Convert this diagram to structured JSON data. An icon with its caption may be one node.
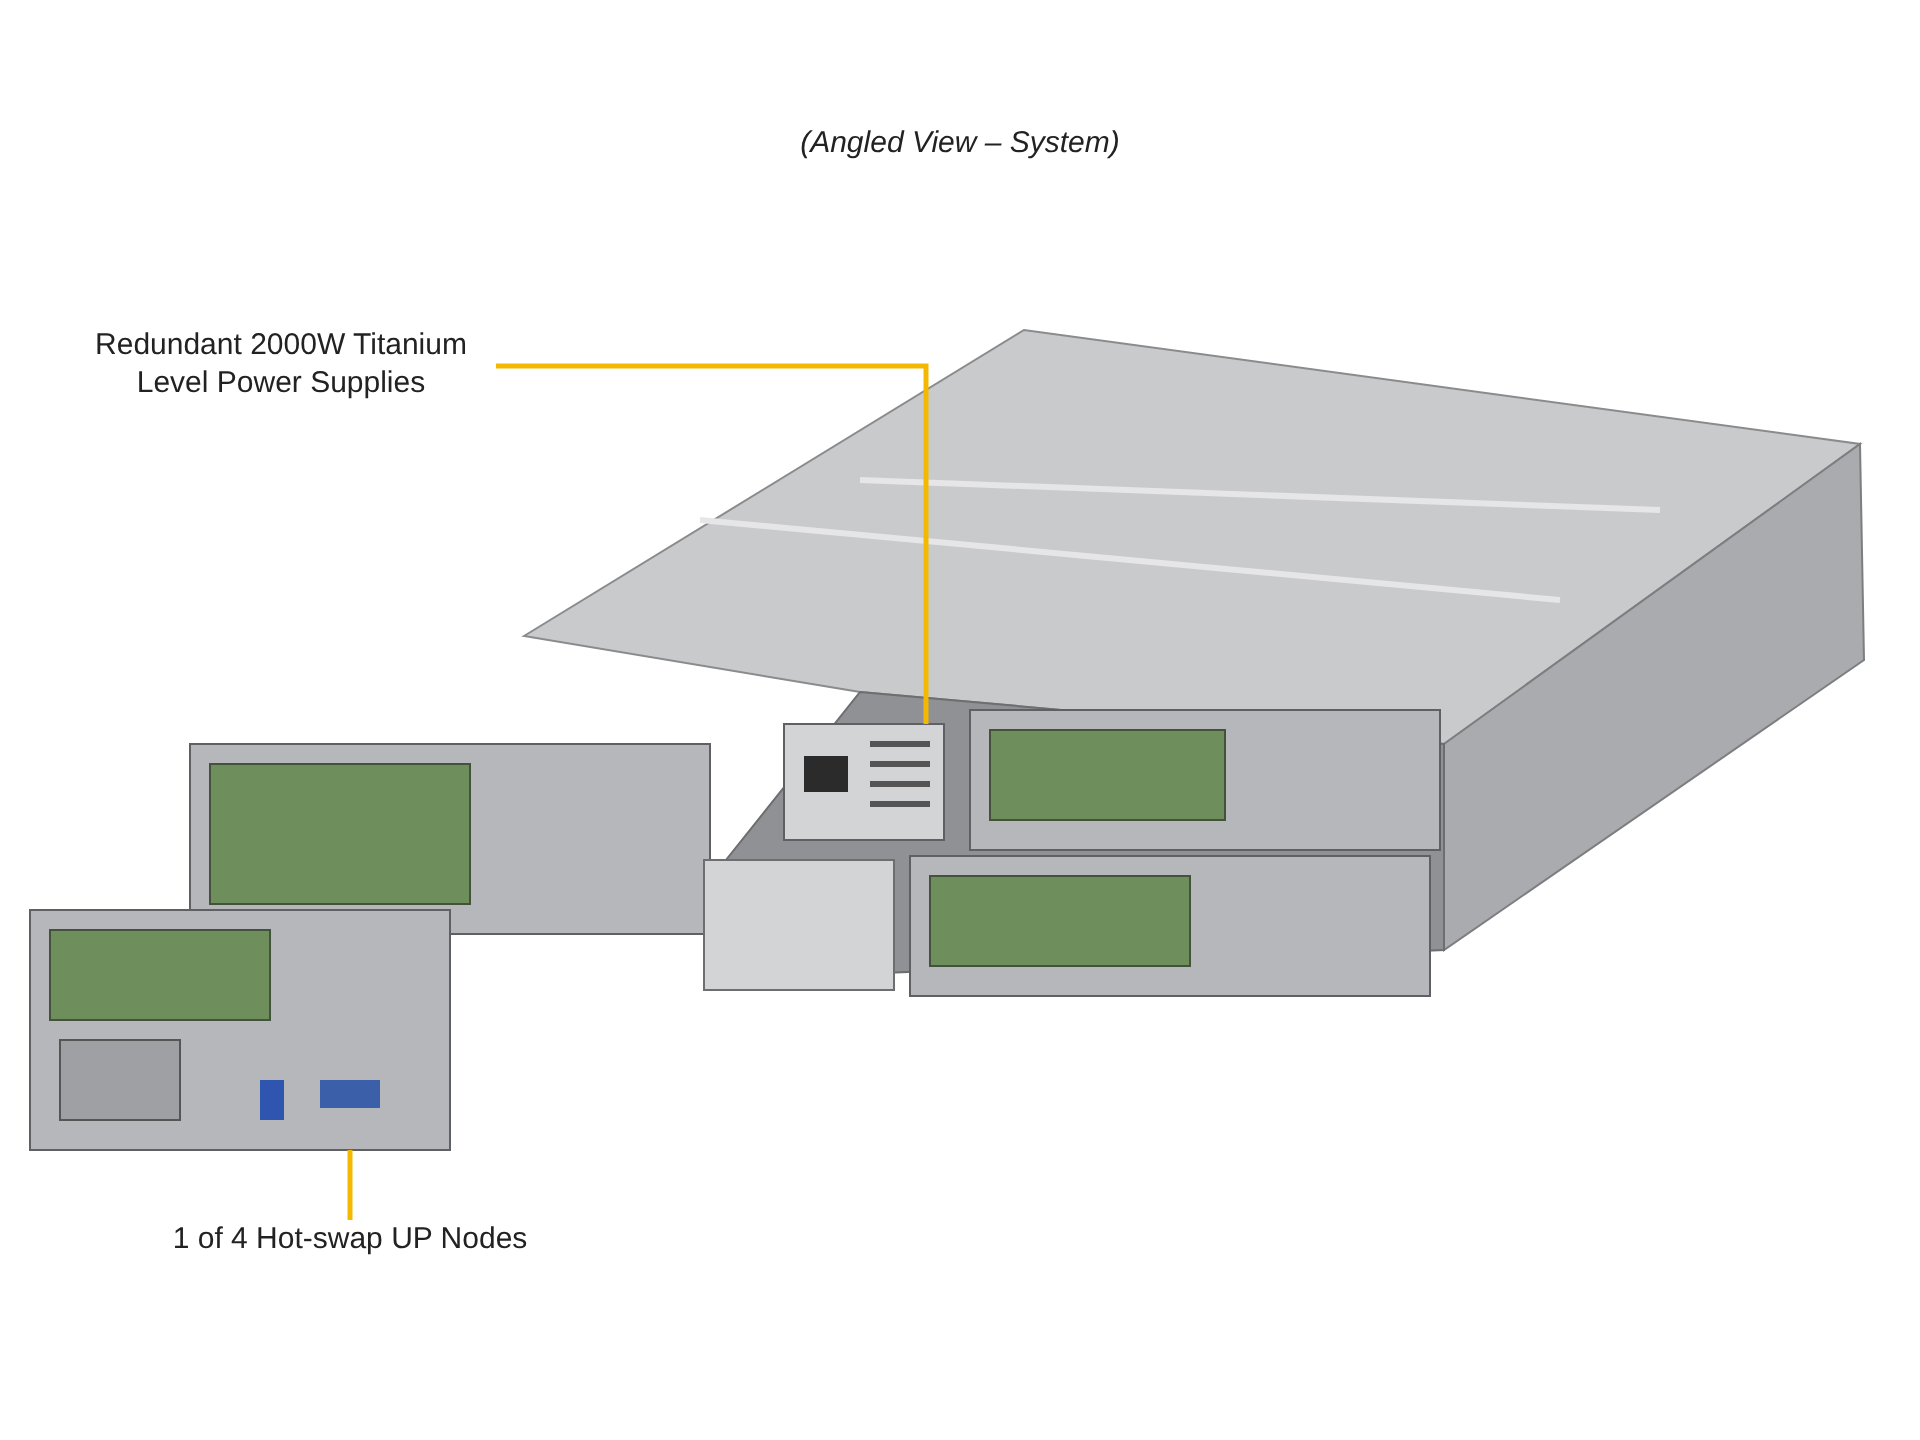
{
  "diagram": {
    "title": "(Angled View – System)",
    "nodes": [
      {
        "text": [
          "Redundant 2000W Titanium Level Power Supplies"
        ]
      },
      {
        "text": [],
        "shape": "picture"
      },
      {
        "text": [
          "1 of 4 Hot-swap UP Nodes"
        ]
      },
      {
        "text": [],
        "shape": "picture"
      }
    ],
    "edges": [
      {
        "from": 0,
        "to": 1,
        "arrow": "none"
      },
      {
        "from": 2,
        "to": 3,
        "arrow": "none"
      }
    ]
  }
}
